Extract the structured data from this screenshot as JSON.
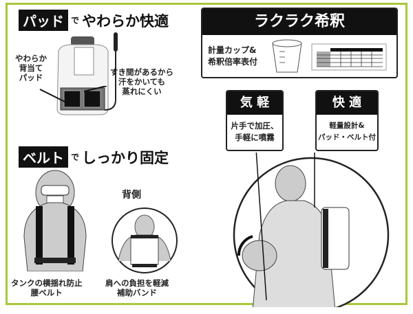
{
  "pad_section": {
    "title_tag": "パッド",
    "title_de": "で",
    "title_rest": "やわらか快適",
    "label_left": [
      "やわらか",
      "背当て",
      "パッド"
    ],
    "label_right": [
      "すき間があるから",
      "汗をかいても",
      "蒸れにくい"
    ]
  },
  "belt_section": {
    "title_tag": "ベルト",
    "title_de": "で",
    "title_rest": "しっかり固定",
    "back_label": "背側",
    "caption_left": [
      "タンクの横揺れ防止",
      "腰ベルト"
    ],
    "caption_right": [
      "肩への負担を軽減",
      "補助バンド"
    ]
  },
  "dilution_section": {
    "title": "ラクラク希釈",
    "label": [
      "計量カップ&",
      "希釈倍率表付"
    ]
  },
  "easy_box": {
    "title": "気 軽",
    "text": [
      "片手で加圧、",
      "手軽に噴霧"
    ]
  },
  "comfort_box": {
    "title": "快 適",
    "text": [
      "軽量設計&",
      "パッド・ベルト付"
    ]
  },
  "colors": {
    "frame": "#a6c83a",
    "ink": "#111111"
  }
}
